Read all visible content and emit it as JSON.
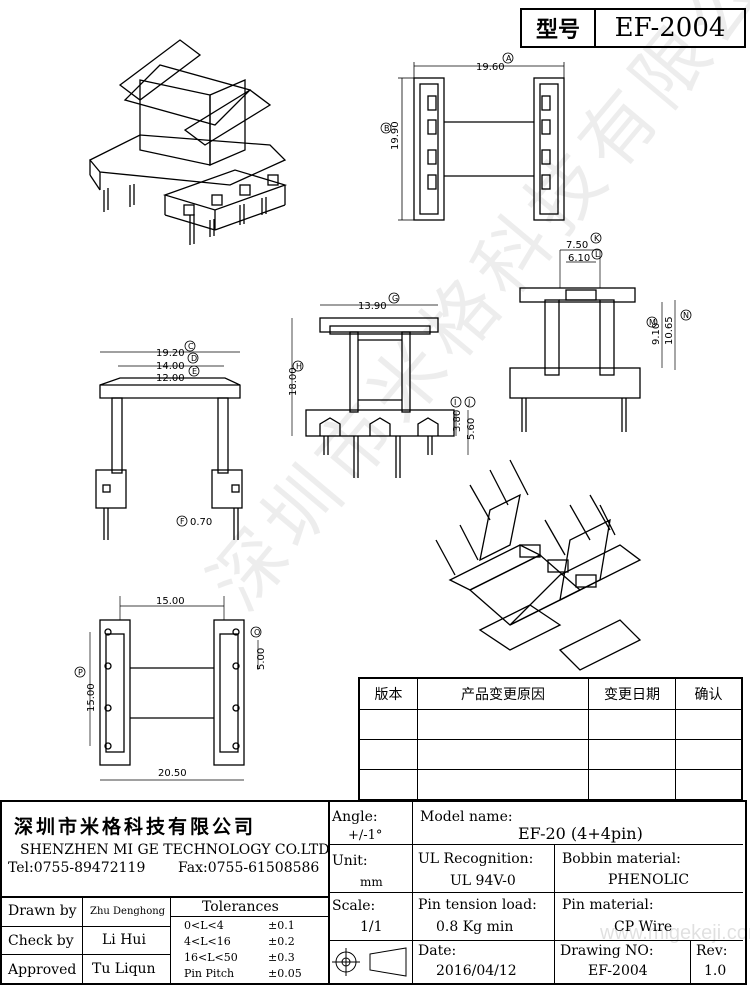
{
  "header": {
    "type_label": "型号",
    "model_code": "EF-2004"
  },
  "watermark": "深圳市米格科技有限公司",
  "watermark_web": "www.migekeji.com",
  "dimensions": {
    "top_view": {
      "width": "19.60",
      "height": "19.90",
      "label_a": "A",
      "label_b": "B"
    },
    "side_small": {
      "w1": "7.50",
      "w2": "6.10",
      "h1": "9.10",
      "h2": "10.65",
      "label_k": "K",
      "label_l": "L",
      "label_m": "M",
      "label_n": "N"
    },
    "front_view": {
      "width": "13.90",
      "height": "18.00",
      "h_pin1": "3.80",
      "h_pin2": "5.60",
      "label_g": "G",
      "label_h": "H",
      "label_i": "I",
      "label_j": "J"
    },
    "left_view": {
      "w1": "19.20",
      "w2": "14.00",
      "w3": "12.00",
      "pin": "0.70",
      "label_c": "C",
      "label_d": "D",
      "label_e": "E",
      "label_f": "F"
    },
    "bottom_view": {
      "span": "15.00",
      "height": "15.00",
      "pitch": "5.00",
      "total": "20.50",
      "label_p": "P",
      "label_o": "O"
    }
  },
  "revision_table": {
    "headers": [
      "版本",
      "产品变更原因",
      "变更日期",
      "确认"
    ],
    "rows": [
      [
        "",
        "",
        "",
        ""
      ],
      [
        "",
        "",
        "",
        ""
      ],
      [
        "",
        "",
        "",
        ""
      ]
    ]
  },
  "title_block": {
    "company_cn": "深圳市米格科技有限公司",
    "company_en": "SHENZHEN  MI GE TECHNOLOGY  CO.LTD",
    "tel": "Tel:0755-89472119",
    "fax": "Fax:0755-61508586",
    "angle_label": "Angle:",
    "angle_value": "+/-1°",
    "unit_label": "Unit:",
    "unit_value": "mm",
    "scale_label": "Scale:",
    "scale_value": "1/1",
    "model_label": "Model name:",
    "model_value": "EF-20 (4+4pin)",
    "ul_label": "UL Recognition:",
    "ul_value": "UL 94V-0",
    "bobbin_label": "Bobbin material:",
    "bobbin_value": "PHENOLIC",
    "pin_tension_label": "Pin tension load:",
    "pin_tension_value": "0.8 Kg min",
    "pin_material_label": "Pin material:",
    "pin_material_value": "CP Wire",
    "date_label": "Date:",
    "date_value": "2016/04/12",
    "drawing_no_label": "Drawing NO:",
    "drawing_no_value": "EF-2004",
    "rev_label": "Rev:",
    "rev_value": "1.0",
    "drawn_by_label": "Drawn by",
    "drawn_by_value": "Zhu Denghong",
    "check_by_label": "Check by",
    "check_by_value": "Li Hui",
    "approved_label": "Approved",
    "approved_value": "Tu Liqun",
    "tolerances_label": "Tolerances",
    "tolerances": [
      {
        "range": "0<L<4",
        "value": "±0.1"
      },
      {
        "range": "4<L<16",
        "value": "±0.2"
      },
      {
        "range": "16<L<50",
        "value": "±0.3"
      },
      {
        "range": "Pin Pitch",
        "value": "±0.05"
      }
    ]
  }
}
